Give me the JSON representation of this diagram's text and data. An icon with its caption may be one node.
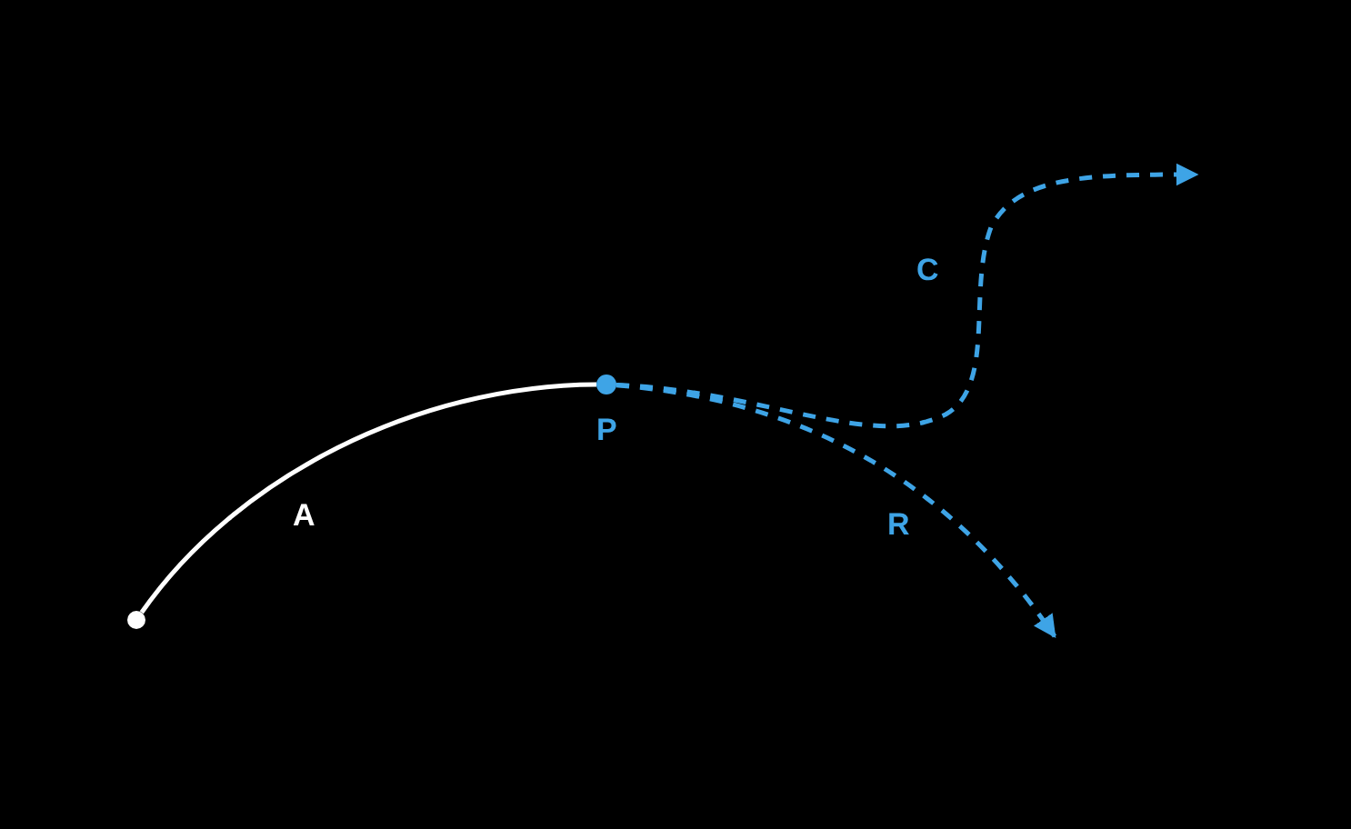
{
  "diagram": {
    "nodes": [
      {
        "text": [],
        "shape": "circle"
      },
      {
        "text": [
          "P"
        ]
      }
    ],
    "edges": [
      {
        "from": 0,
        "to": 1,
        "arrow": "none",
        "label": "A",
        "color": "#ffffff"
      },
      {
        "from": 1,
        "to": null,
        "arrow": "to",
        "label": "C",
        "style": "dashed"
      },
      {
        "from": 1,
        "to": null,
        "arrow": "to",
        "label": "R",
        "style": "dashed"
      }
    ]
  }
}
